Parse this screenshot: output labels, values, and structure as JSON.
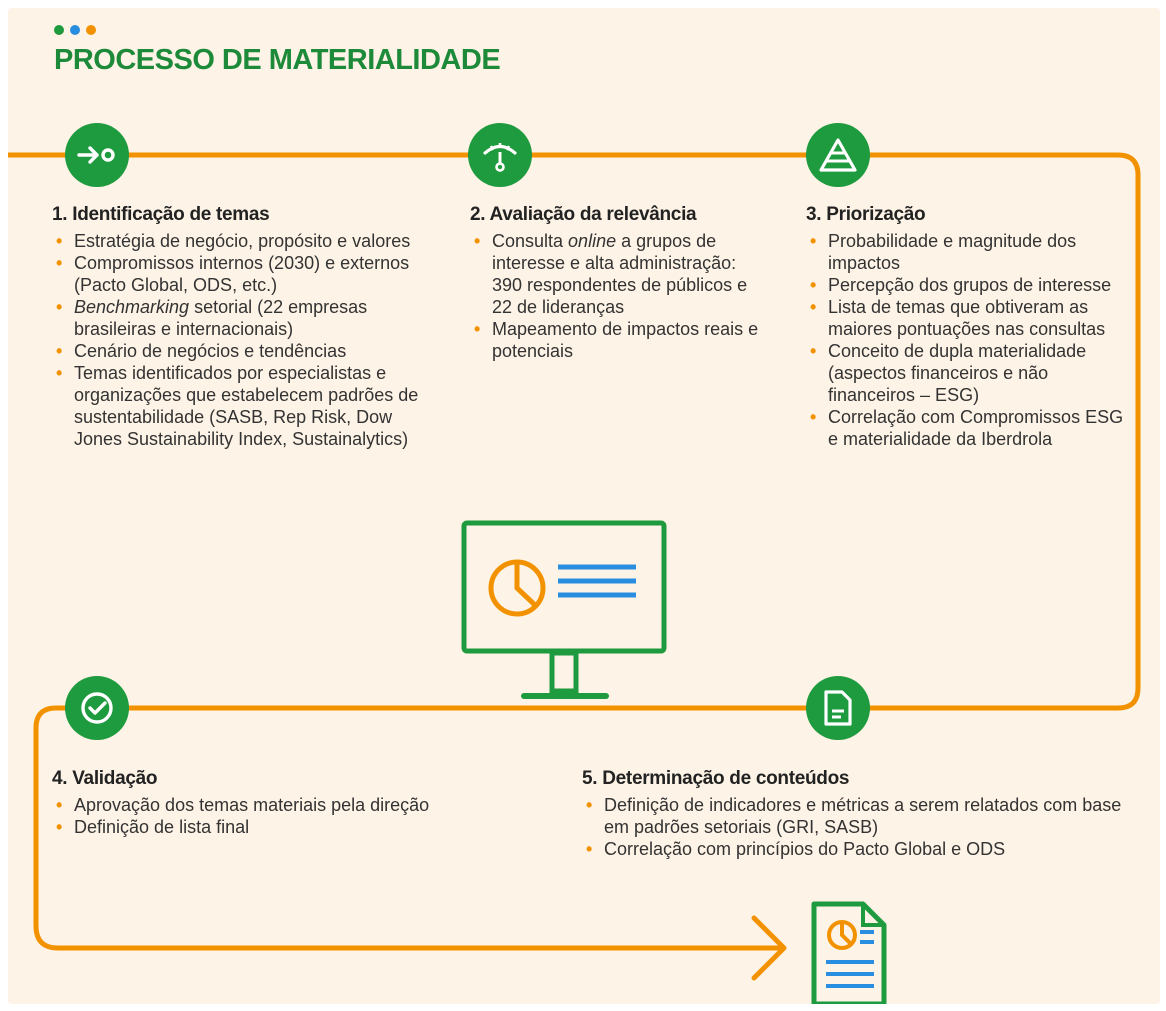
{
  "header": {
    "title": "PROCESSO DE MATERIALIDADE",
    "dots": [
      "#1e9a3f",
      "#2a8ee0",
      "#f39200"
    ]
  },
  "colors": {
    "green": "#1e9a3f",
    "orange": "#f39200",
    "blue": "#2a8ee0",
    "background": "#fdf3e6"
  },
  "steps": [
    {
      "icon": "arrow-target-icon",
      "title": "1. Identificação de temas",
      "items": [
        "Estratégia de negócio, propósito e valores",
        "Compromissos internos (2030) e externos (Pacto Global, ODS, etc.)",
        {
          "emph": "Benchmarking",
          "rest": " setorial (22 empresas brasileiras e internacionais)"
        },
        "Cenário de negócios e tendências",
        "Temas identificados por especialistas e organizações que estabelecem padrões de sustentabilidade (SASB, Rep Risk, Dow Jones Sustainability Index, Sustainalytics)"
      ]
    },
    {
      "icon": "gauge-icon",
      "title": "2. Avaliação da relevância",
      "items": [
        {
          "pre": "Consulta ",
          "emph": "online",
          "rest": " a grupos de interesse e alta administração: 390 respondentes de públicos e 22 de lideranças"
        },
        "Mapeamento de impactos reais e potenciais"
      ]
    },
    {
      "icon": "pyramid-icon",
      "title": "3. Priorização",
      "items": [
        "Probabilidade e magnitude dos impactos",
        "Percepção dos grupos de interesse",
        "Lista de temas que obtiveram as maiores pontuações nas consultas",
        "Conceito de dupla materialidade (aspectos financeiros e não financeiros – ESG)",
        "Correlação com Compromissos ESG e materialidade da Iberdrola"
      ]
    },
    {
      "icon": "check-circle-icon",
      "title": "4. Validação",
      "items": [
        "Aprovação dos temas materiais pela direção",
        "Definição de lista final"
      ]
    },
    {
      "icon": "document-icon",
      "title": "5. Determinação de conteúdos",
      "items": [
        "Definição de indicadores e métricas a serem relatados com base em padrões setoriais (GRI, SASB)",
        "Correlação com princípios do Pacto Global e ODS"
      ]
    }
  ]
}
